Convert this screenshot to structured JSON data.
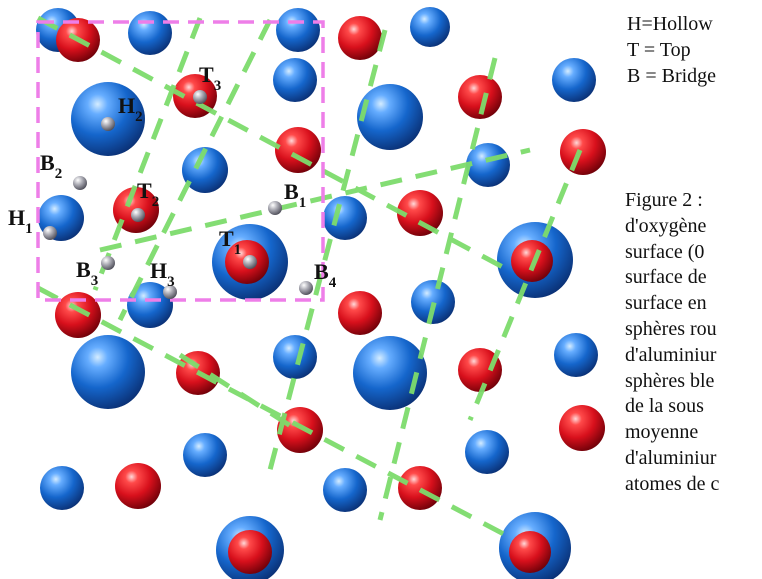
{
  "legend": {
    "hollow": "H=Hollow",
    "top": "T = Top",
    "bridge": "B = Bridge"
  },
  "caption_lines": [
    "Figure 2 :",
    "d'oxygène",
    "surface (0",
    "surface de",
    "surface en",
    "sphères rou",
    "d'aluminiur",
    "sphères ble",
    "de la sous",
    "moyenne",
    "d'aluminiur",
    "atomes de c"
  ],
  "sites": {
    "T1": {
      "main": "T",
      "sub": "1"
    },
    "T2": {
      "main": "T",
      "sub": "2"
    },
    "T3": {
      "main": "T",
      "sub": "3"
    },
    "H1": {
      "main": "H",
      "sub": "1"
    },
    "H2": {
      "main": "H",
      "sub": "2"
    },
    "H3": {
      "main": "H",
      "sub": "3"
    },
    "B1": {
      "main": "B",
      "sub": "1"
    },
    "B2": {
      "main": "B",
      "sub": "2"
    },
    "B3": {
      "main": "B",
      "sub": "3"
    },
    "B4": {
      "main": "B",
      "sub": "4"
    }
  },
  "colors": {
    "oxygen": "#d8101c",
    "aluminium": "#1566cc",
    "adsorption_site": "#a9a9b2",
    "unit_cell_outline": "#ee7ee8",
    "surface_lines": "#7ddc6c"
  }
}
